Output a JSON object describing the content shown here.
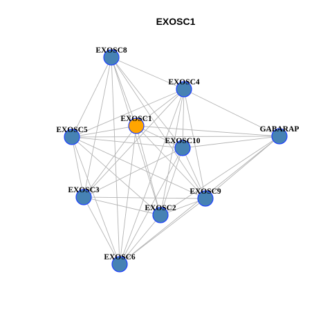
{
  "title": "EXOSC1",
  "colors": {
    "hub_fill": "#ffa500",
    "hub_stroke": "#1e40ff",
    "node_fill": "#4682b4",
    "node_stroke": "#1e40ff",
    "edge": "#b3b3b3"
  },
  "nodes": [
    {
      "id": "EXOSC1",
      "label": "EXOSC1",
      "hub": true
    },
    {
      "id": "EXOSC8",
      "label": "EXOSC8"
    },
    {
      "id": "EXOSC4",
      "label": "EXOSC4"
    },
    {
      "id": "EXOSC5",
      "label": "EXOSC5"
    },
    {
      "id": "GABARAP",
      "label": "GABARAP"
    },
    {
      "id": "EXOSC10",
      "label": "EXOSC10"
    },
    {
      "id": "EXOSC3",
      "label": "EXOSC3"
    },
    {
      "id": "EXOSC9",
      "label": "EXOSC9"
    },
    {
      "id": "EXOSC2",
      "label": "EXOSC2"
    },
    {
      "id": "EXOSC6",
      "label": "EXOSC6"
    }
  ],
  "edges": [
    [
      "EXOSC8",
      "EXOSC4"
    ],
    [
      "EXOSC8",
      "EXOSC5"
    ],
    [
      "EXOSC8",
      "EXOSC1"
    ],
    [
      "EXOSC8",
      "EXOSC10"
    ],
    [
      "EXOSC8",
      "EXOSC9"
    ],
    [
      "EXOSC8",
      "EXOSC2"
    ],
    [
      "EXOSC8",
      "EXOSC3"
    ],
    [
      "EXOSC8",
      "EXOSC6"
    ],
    [
      "EXOSC4",
      "EXOSC5"
    ],
    [
      "EXOSC4",
      "EXOSC1"
    ],
    [
      "EXOSC4",
      "GABARAP"
    ],
    [
      "EXOSC4",
      "EXOSC10"
    ],
    [
      "EXOSC4",
      "EXOSC9"
    ],
    [
      "EXOSC4",
      "EXOSC2"
    ],
    [
      "EXOSC4",
      "EXOSC3"
    ],
    [
      "EXOSC4",
      "EXOSC6"
    ],
    [
      "EXOSC1",
      "EXOSC5"
    ],
    [
      "EXOSC1",
      "GABARAP"
    ],
    [
      "EXOSC1",
      "EXOSC10"
    ],
    [
      "EXOSC1",
      "EXOSC3"
    ],
    [
      "EXOSC1",
      "EXOSC9"
    ],
    [
      "EXOSC1",
      "EXOSC2"
    ],
    [
      "EXOSC1",
      "EXOSC6"
    ],
    [
      "EXOSC5",
      "EXOSC10"
    ],
    [
      "EXOSC5",
      "GABARAP"
    ],
    [
      "EXOSC5",
      "EXOSC3"
    ],
    [
      "EXOSC5",
      "EXOSC9"
    ],
    [
      "EXOSC5",
      "EXOSC2"
    ],
    [
      "EXOSC5",
      "EXOSC6"
    ],
    [
      "GABARAP",
      "EXOSC10"
    ],
    [
      "GABARAP",
      "EXOSC9"
    ],
    [
      "GABARAP",
      "EXOSC2"
    ],
    [
      "GABARAP",
      "EXOSC6"
    ],
    [
      "EXOSC10",
      "EXOSC3"
    ],
    [
      "EXOSC10",
      "EXOSC9"
    ],
    [
      "EXOSC10",
      "EXOSC2"
    ],
    [
      "EXOSC10",
      "EXOSC6"
    ],
    [
      "EXOSC3",
      "EXOSC9"
    ],
    [
      "EXOSC3",
      "EXOSC2"
    ],
    [
      "EXOSC3",
      "EXOSC6"
    ],
    [
      "EXOSC9",
      "EXOSC2"
    ],
    [
      "EXOSC9",
      "EXOSC6"
    ],
    [
      "EXOSC2",
      "EXOSC6"
    ]
  ]
}
